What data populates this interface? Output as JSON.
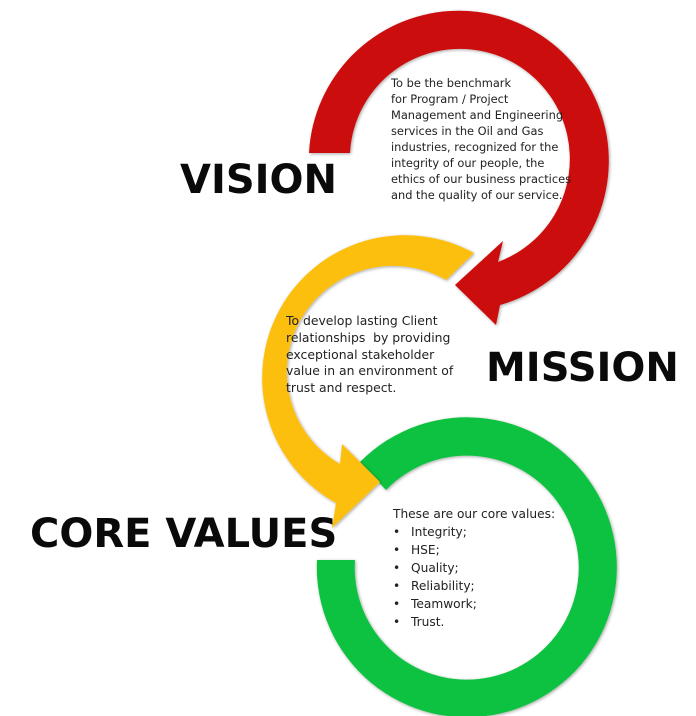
{
  "colors": {
    "vision_ring": "#cc0a0a",
    "mission_ring": "#fdbf0f",
    "core_ring": "#0ec23f",
    "text": "#222222",
    "heading": "#0a0a0a",
    "background": "#ffffff"
  },
  "vision": {
    "heading": "VISION",
    "lines": [
      "To be the benchmark",
      "for Program / Project",
      "Management and Engineering",
      "services in the Oil and Gas",
      "industries, recognized for the",
      "integrity of our people, the",
      "ethics of our business practices",
      "and the quality of our service."
    ]
  },
  "mission": {
    "heading": "MISSION",
    "lines": [
      "To develop lasting Client",
      "relationships  by providing",
      "exceptional stakeholder",
      "value in an environment of",
      "trust and respect."
    ]
  },
  "core_values": {
    "heading": "CORE VALUES",
    "intro": "These are our core values:",
    "bullet": "•",
    "items": [
      "Integrity;",
      "HSE;",
      "Quality;",
      "Reliability;",
      "Teamwork;",
      "Trust."
    ]
  },
  "arrows": [
    {
      "name": "vision-arrow",
      "color": "#cc0a0a",
      "direction": "clockwise",
      "points_to": "mission"
    },
    {
      "name": "mission-arrow",
      "color": "#fdbf0f",
      "direction": "counterclockwise",
      "points_to": "core_values"
    },
    {
      "name": "core-values-ring",
      "color": "#0ec23f",
      "direction": "clockwise",
      "points_to": "none"
    }
  ]
}
